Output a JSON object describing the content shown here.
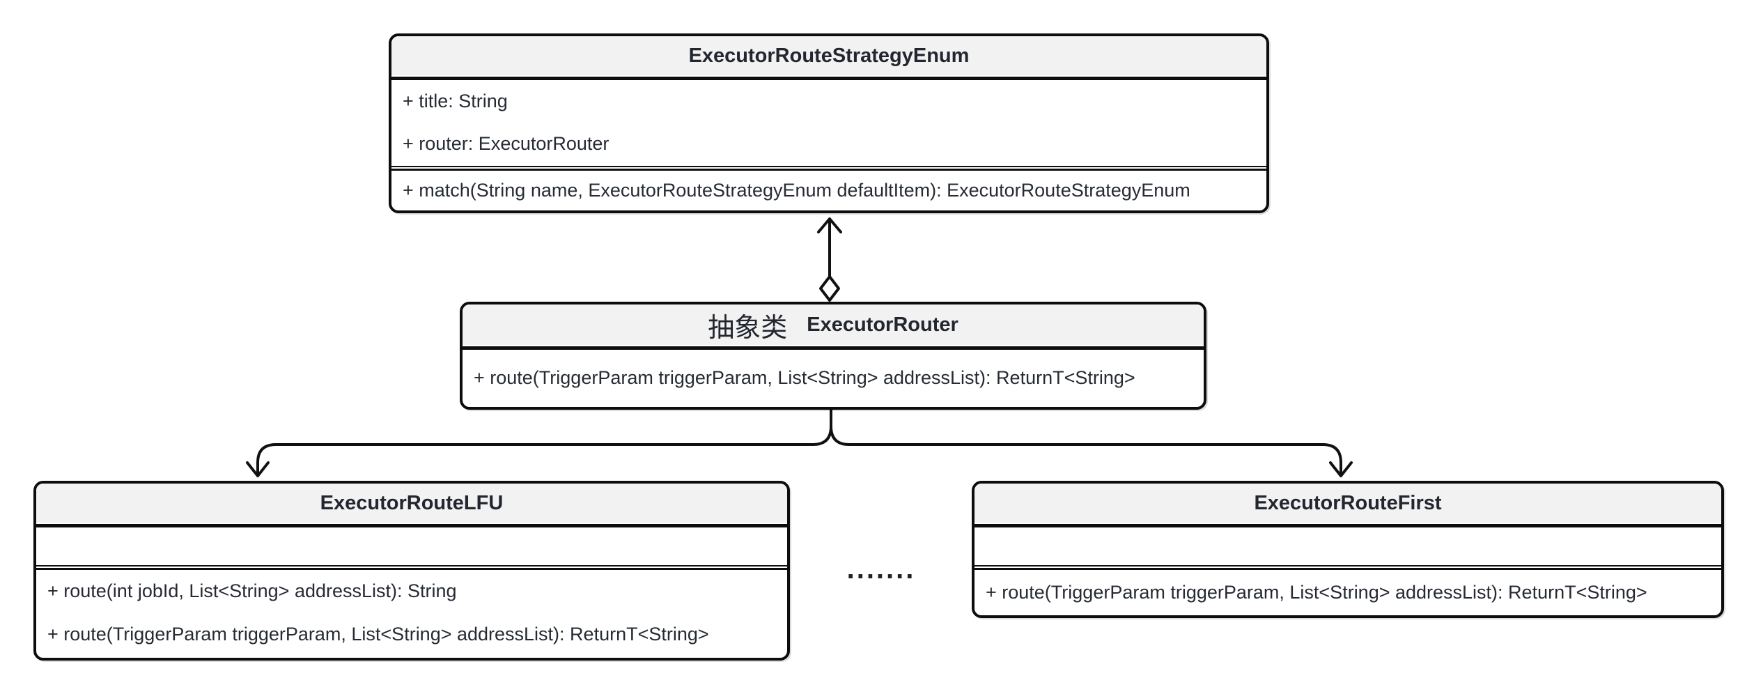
{
  "diagram": {
    "classes": {
      "strategy_enum": {
        "title": "ExecutorRouteStrategyEnum",
        "attributes": [
          "+ title: String",
          "+ router: ExecutorRouter"
        ],
        "methods": [
          "+ match(String name, ExecutorRouteStrategyEnum defaultItem): ExecutorRouteStrategyEnum"
        ]
      },
      "router": {
        "stereotype": "抽象类",
        "title": "ExecutorRouter",
        "attributes": [],
        "methods": [
          "+ route(TriggerParam triggerParam, List<String> addressList): ReturnT<String>"
        ]
      },
      "route_lfu": {
        "title": "ExecutorRouteLFU",
        "attributes": [],
        "methods": [
          "+ route(int jobId, List<String> addressList): String",
          "+ route(TriggerParam triggerParam, List<String> addressList): ReturnT<String>"
        ]
      },
      "route_first": {
        "title": "ExecutorRouteFirst",
        "attributes": [],
        "methods": [
          "+ route(TriggerParam triggerParam, List<String> addressList): ReturnT<String>"
        ]
      }
    },
    "ellipsis": ".......",
    "colors": {
      "header_fill": "#f2f2f2",
      "border": "#0d0d0d",
      "connector": "#111111",
      "text": "#262b33"
    }
  }
}
